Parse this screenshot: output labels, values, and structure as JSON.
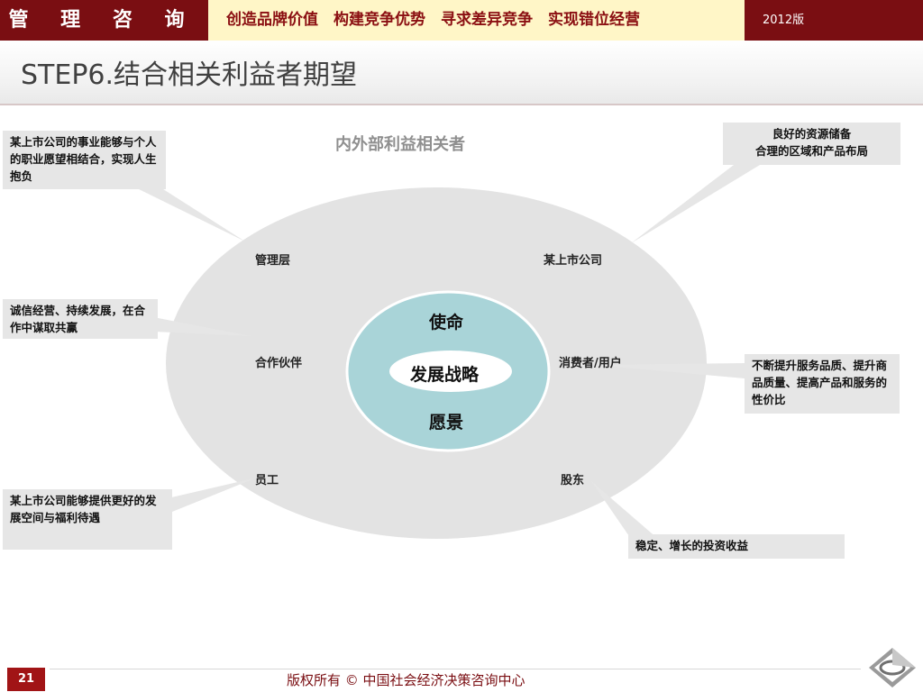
{
  "header": {
    "brand": "管 理 咨 询",
    "slogan": "创造品牌价值　构建竞争优势　寻求差异竞争　实现错位经营",
    "version": "2012版"
  },
  "page_title": "STEP6.结合相关利益者期望",
  "diagram": {
    "outer_title": "内外部利益相关者",
    "core": {
      "mission": "使命",
      "strategy": "发展战略",
      "vision": "愿景"
    },
    "stakeholders": {
      "management": "管理层",
      "company": "某上市公司",
      "partners": "合作伙伴",
      "consumers": "消费者/用户",
      "employees": "员工",
      "shareholders": "股东"
    },
    "callouts": {
      "management": "某上市公司的事业能够与个人的职业愿望相结合，实现人生抱负",
      "company_line1": "良好的资源储备",
      "company_line2": "合理的区域和产品布局",
      "partners": "诚信经营、持续发展，在合作中谋取共赢",
      "consumers": "不断提升服务品质、提升商品质量、提高产品和服务的性价比",
      "employees": "某上市公司能够提供更好的发展空间与福利待遇",
      "shareholders": "稳定、增长的投资收益"
    }
  },
  "footer": {
    "page_number": "21",
    "copyright": "版权所有 © 中国社会经济决策咨询中心"
  },
  "colors": {
    "header_bg": "#7a0e12",
    "slogan_bg": "#fff6c7",
    "ellipse_outer": "#e3e3e3",
    "ellipse_inner": "#a9d4d8",
    "callout_bg": "#e6e6e6"
  }
}
